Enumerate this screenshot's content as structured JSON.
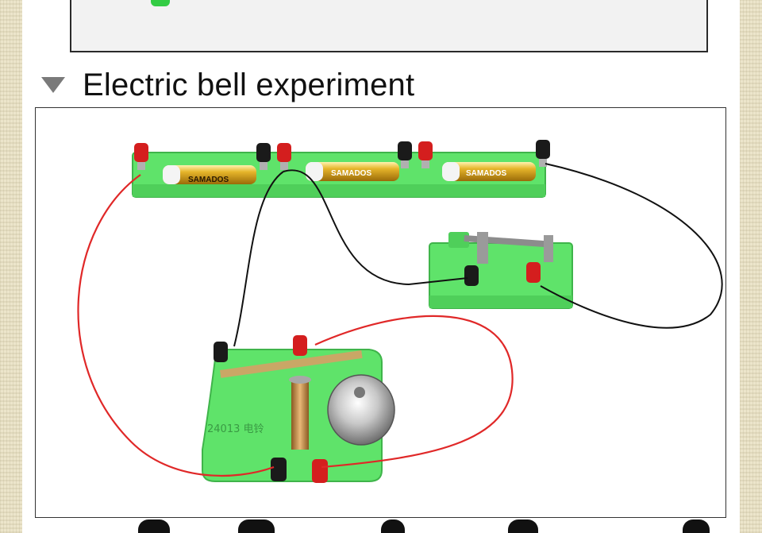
{
  "section": {
    "title": "Electric bell experiment",
    "icon": "triangle-down-icon"
  },
  "photo": {
    "battery_brand": "SAMADOS",
    "bell_label": "24013 电铃"
  },
  "colors": {
    "plastic_green": "#5fe36a",
    "wire_red": "#e02828",
    "wire_black": "#111111",
    "terminal_red": "#d41e1e",
    "terminal_black": "#1a1a1a",
    "battery_gold": "#d9a21c"
  }
}
